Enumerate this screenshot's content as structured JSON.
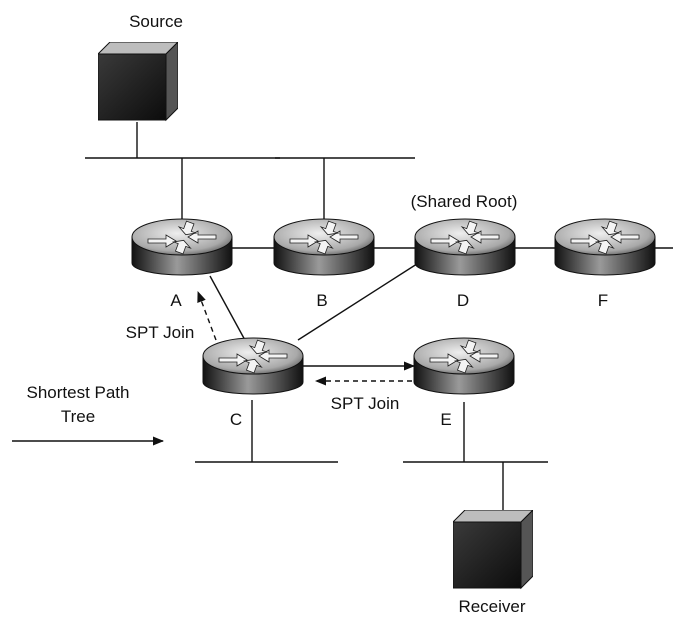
{
  "labels": {
    "source": "Source",
    "receiver": "Receiver",
    "shared_root": "(Shared Root)",
    "router_a": "A",
    "router_b": "B",
    "router_c": "C",
    "router_d": "D",
    "router_e": "E",
    "router_f": "F",
    "spt_join_a": "SPT Join",
    "spt_join_e": "SPT Join",
    "legend_line1": "Shortest Path",
    "legend_line2": "Tree"
  },
  "colors": {
    "line": "#111111",
    "router_top": "#d9d9d9",
    "router_body_dark": "#1a1a1a",
    "router_body_light": "#8a8a8a",
    "host_body": "#222222"
  },
  "icons": {
    "router": "router-icon",
    "host": "host-icon"
  }
}
